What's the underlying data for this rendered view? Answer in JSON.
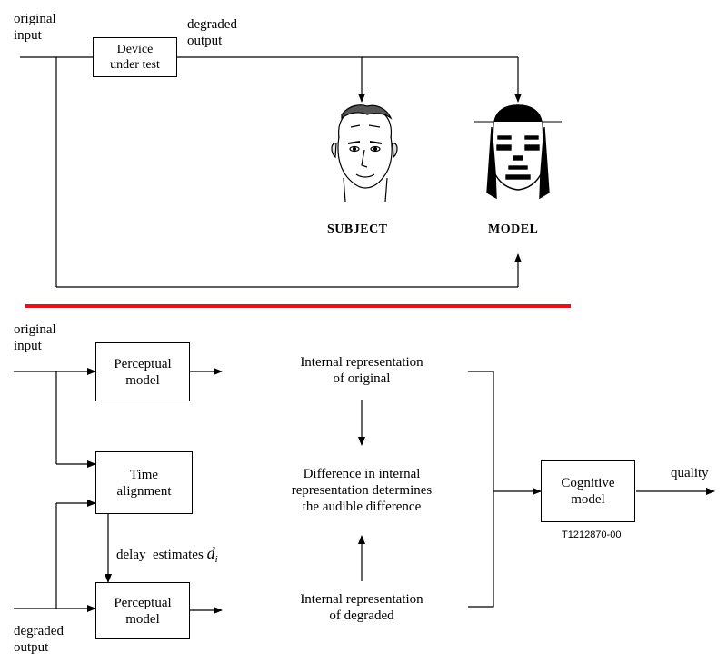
{
  "top": {
    "input_label": [
      "original",
      "input"
    ],
    "output_label": [
      "degraded",
      "output"
    ],
    "device_box": [
      "Device",
      "under test"
    ],
    "subject_label": "SUBJECT",
    "model_label": "MODEL"
  },
  "divider": {
    "color": "#e0141e"
  },
  "bottom": {
    "input_label": [
      "original",
      "input"
    ],
    "output_label": [
      "degraded",
      "output"
    ],
    "perceptual_top": [
      "Perceptual",
      "model"
    ],
    "time_alignment": [
      "Time",
      "alignment"
    ],
    "perceptual_bottom": [
      "Perceptual",
      "model"
    ],
    "delay_text": "delay  estimates",
    "delay_symbol": "d",
    "delay_subscript": "i",
    "internal_original": [
      "Internal representation",
      "of original"
    ],
    "difference": [
      "Difference in internal",
      "representation determines",
      "the audible difference"
    ],
    "internal_degraded": [
      "Internal representation",
      "of degraded"
    ],
    "cognitive_model": [
      "Cognitive",
      "model"
    ],
    "quality_label": "quality",
    "figure_code": "T1212870-00"
  }
}
